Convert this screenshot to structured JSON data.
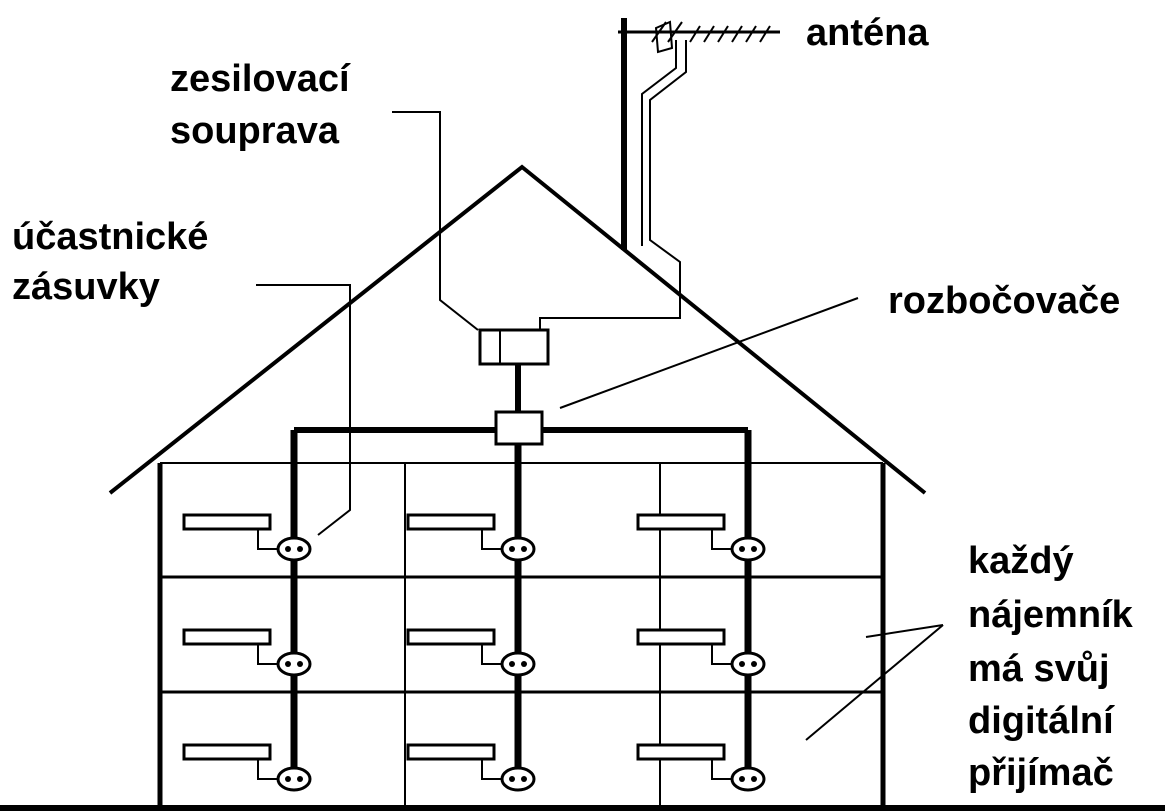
{
  "labels": {
    "antenna": "anténa",
    "amplifier": [
      "zesilovací",
      "souprava"
    ],
    "sockets": [
      "účastnické",
      "zásuvky"
    ],
    "splitters": "rozbočovače",
    "receiver": [
      "každý",
      "nájemník",
      "má svůj",
      "digitální",
      "přijímač"
    ]
  },
  "colors": {
    "line": "#000000",
    "background": "#ffffff"
  }
}
